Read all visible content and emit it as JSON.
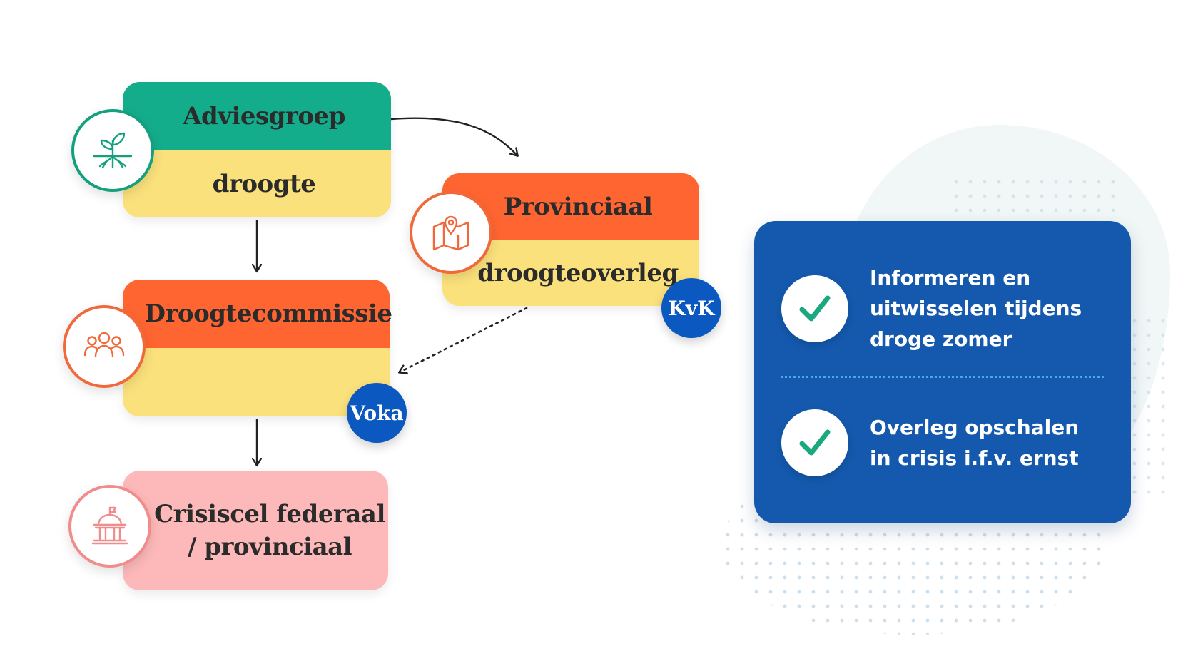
{
  "nodes": {
    "adviesgroep": {
      "line1": "Adviesgroep",
      "line2": "droogte",
      "icon": "plant-roots-icon",
      "top_color": "#14ad8c",
      "bottom_color": "#fbe17c",
      "ring_color": "#14a07f"
    },
    "provinciaal": {
      "line1": "Provinciaal",
      "line2": "droogteoverleg",
      "icon": "map-pin-icon",
      "badge": "KvK",
      "top_color": "#ff6531",
      "bottom_color": "#fbe17c",
      "ring_color": "#f0693a"
    },
    "droogtecommissie": {
      "line1": "Droogtecommissie",
      "line2": "",
      "icon": "people-group-icon",
      "badge": "Voka",
      "top_color": "#ff6531",
      "bottom_color": "#fbe17c",
      "ring_color": "#f0693a"
    },
    "crisiscel": {
      "line1": "Crisiscel federaal",
      "line2": "/ provinciaal",
      "icon": "government-building-icon",
      "color": "#fdb9b9",
      "ring_color": "#f08c8c"
    }
  },
  "card": {
    "background": "#1459ad",
    "check_color": "#1aa97f",
    "items": [
      {
        "text": "Informeren en uitwisselen tijdens droge zomer",
        "icon": "check-icon"
      },
      {
        "text": "Overleg opschalen in crisis i.f.v. ernst",
        "icon": "check-icon"
      }
    ]
  }
}
